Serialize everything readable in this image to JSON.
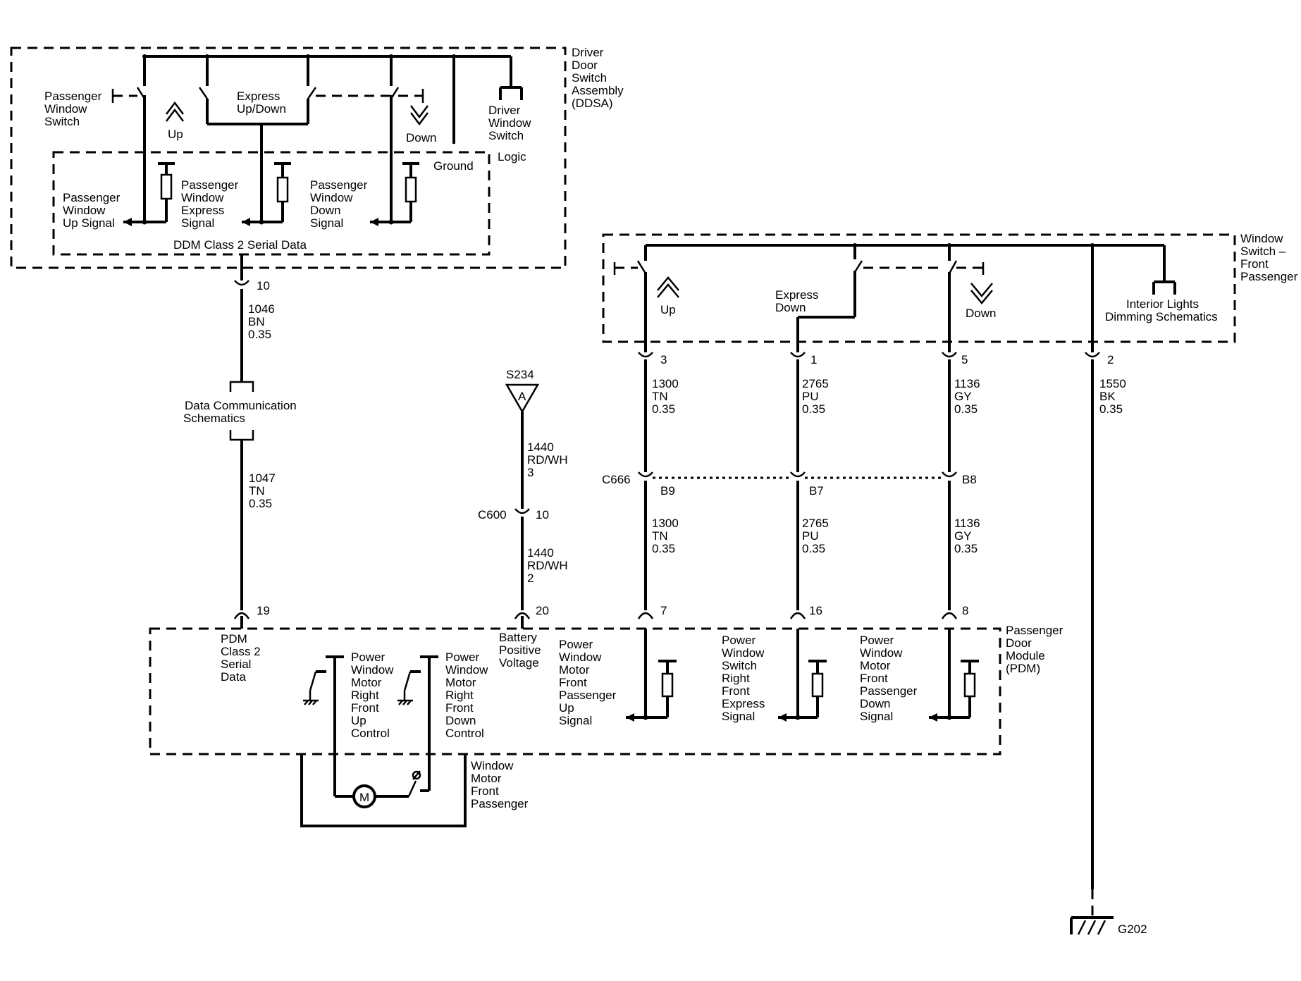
{
  "ddsa": {
    "title": [
      "Driver",
      "Door",
      "Switch",
      "Assembly",
      "(DDSA)"
    ],
    "passenger_window_switch": [
      "Passenger",
      "Window",
      "Switch"
    ],
    "express_updown": [
      "Express",
      "Up/Down"
    ],
    "up": "Up",
    "down": "Down",
    "driver_window_switch": [
      "Driver",
      "Window",
      "Switch"
    ],
    "logic": "Logic",
    "ground": "Ground",
    "up_signal": [
      "Passenger",
      "Window",
      "Up Signal"
    ],
    "express_signal": [
      "Passenger",
      "Window",
      "Express",
      "Signal"
    ],
    "down_signal": [
      "Passenger",
      "Window",
      "Down",
      "Signal"
    ],
    "serial_data": "DDM Class 2 Serial Data"
  },
  "wire_ddsa": {
    "pin": "10",
    "circuit": [
      "1046",
      "BN",
      "0.35"
    ]
  },
  "data_comm": [
    "Data Communication",
    "Schematics"
  ],
  "wire_pdm_data": {
    "circuit": [
      "1047",
      "TN",
      "0.35"
    ],
    "pin": "19"
  },
  "s234": {
    "label": "S234",
    "letter": "A"
  },
  "wire_batt_1": {
    "circuit": [
      "1440",
      "RD/WH",
      "3"
    ]
  },
  "c600": {
    "label": "C600",
    "pin": "10"
  },
  "wire_batt_2": {
    "circuit": [
      "1440",
      "RD/WH",
      "2"
    ],
    "pin": "20"
  },
  "window_switch": {
    "title": [
      "Window",
      "Switch –",
      "Front",
      "Passenger"
    ],
    "up": "Up",
    "express_down": [
      "Express",
      "Down"
    ],
    "down": "Down",
    "interior_lights": [
      "Interior Lights",
      "Dimming Schematics"
    ]
  },
  "ws_pins": [
    "3",
    "1",
    "5",
    "2"
  ],
  "ws_wires": [
    [
      "1300",
      "TN",
      "0.35"
    ],
    [
      "2765",
      "PU",
      "0.35"
    ],
    [
      "1136",
      "GY",
      "0.35"
    ],
    [
      "1550",
      "BK",
      "0.35"
    ]
  ],
  "c666": {
    "label": "C666",
    "pins": [
      "B9",
      "B7",
      "B8"
    ]
  },
  "lower_wires": [
    [
      "1300",
      "TN",
      "0.35"
    ],
    [
      "2765",
      "PU",
      "0.35"
    ],
    [
      "1136",
      "GY",
      "0.35"
    ]
  ],
  "pdm_pins": [
    "7",
    "16",
    "8"
  ],
  "pdm": {
    "title": [
      "Passenger",
      "Door",
      "Module",
      "(PDM)"
    ],
    "class2_data": [
      "PDM",
      "Class 2",
      "Serial",
      "Data"
    ],
    "up_control": [
      "Power",
      "Window",
      "Motor",
      "Right",
      "Front",
      "Up",
      "Control"
    ],
    "down_control": [
      "Power",
      "Window",
      "Motor",
      "Right",
      "Front",
      "Down",
      "Control"
    ],
    "battery_voltage": [
      "Battery",
      "Positive",
      "Voltage"
    ],
    "up_signal": [
      "Power",
      "Window",
      "Motor",
      "Front",
      "Passenger",
      "Up",
      "Signal"
    ],
    "express_signal": [
      "Power",
      "Window",
      "Switch",
      "Right",
      "Front",
      "Express",
      "Signal"
    ],
    "down_signal": [
      "Power",
      "Window",
      "Motor",
      "Front",
      "Passenger",
      "Down",
      "Signal"
    ]
  },
  "motor": {
    "symbol": "M",
    "label": [
      "Window",
      "Motor",
      "Front",
      "Passenger"
    ]
  },
  "ground_g202": "G202"
}
